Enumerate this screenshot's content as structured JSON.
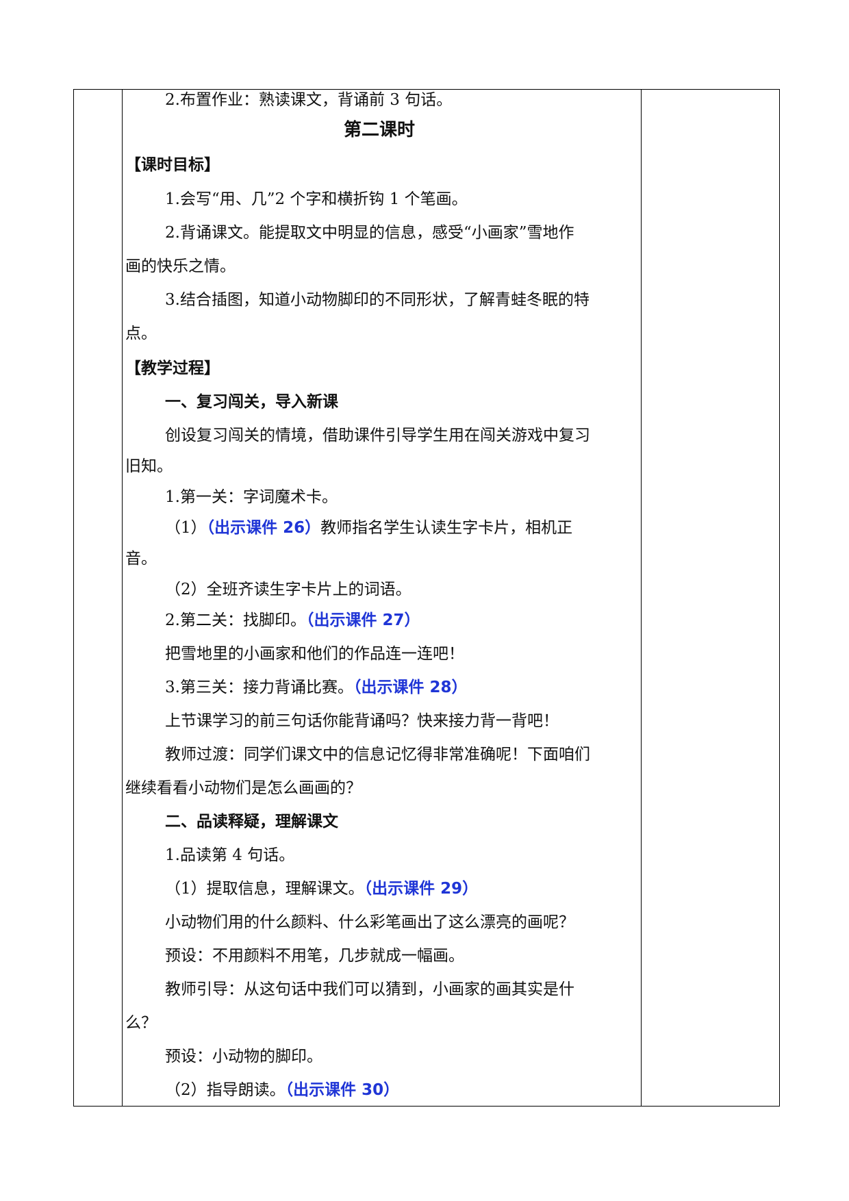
{
  "lines": {
    "l01": "2.布置作业：熟读课文，背诵前 3 句话。",
    "l02": "第二课时",
    "l03": "【课时目标】",
    "l04": "1.会写“用、几”2 个字和横折钩 1 个笔画。",
    "l05": "2.背诵课文。能提取文中明显的信息，感受“小画家”雪地作",
    "l06": "画的快乐之情。",
    "l07": "3.结合插图，知道小动物脚印的不同形状，了解青蛙冬眠的特",
    "l08": "点。",
    "l09": "【教学过程】",
    "l10": "一、复习闯关，导入新课",
    "l11": "创设复习闯关的情境，借助课件引导学生用在闯关游戏中复习",
    "l12": "旧知。",
    "l13": "1.第一关：字词魔术卡。",
    "l14a": "（1）",
    "l14b": "（出示课件 26）",
    "l14c": "教师指名学生认读生字卡片，相机正",
    "l15": "音。",
    "l16": "（2）全班齐读生字卡片上的词语。",
    "l17a": "2.第二关：找脚印。",
    "l17b": "（出示课件 27）",
    "l18": "把雪地里的小画家和他们的作品连一连吧！",
    "l19a": "3.第三关：接力背诵比赛。",
    "l19b": "（出示课件 28）",
    "l20": "上节课学习的前三句话你能背诵吗？快来接力背一背吧！",
    "l21": "教师过渡：同学们课文中的信息记忆得非常准确呢！下面咱们",
    "l22": "继续看看小动物们是怎么画画的？",
    "l23": "二、品读释疑，理解课文",
    "l24": "1.品读第 4 句话。",
    "l25a": "（1）提取信息，理解课文。",
    "l25b": "（出示课件 29）",
    "l26": "小动物们用的什么颜料、什么彩笔画出了这么漂亮的画呢？",
    "l27": "预设：不用颜料不用笔，几步就成一幅画。",
    "l28": "教师引导：从这句话中我们可以猜到，小画家的画其实是什",
    "l29": "么？",
    "l30": "预设：小动物的脚印。",
    "l31a": "（2）指导朗读。",
    "l31b": "（出示课件 30）"
  },
  "colors": {
    "highlight": "#1f35d6",
    "text": "#111111"
  }
}
